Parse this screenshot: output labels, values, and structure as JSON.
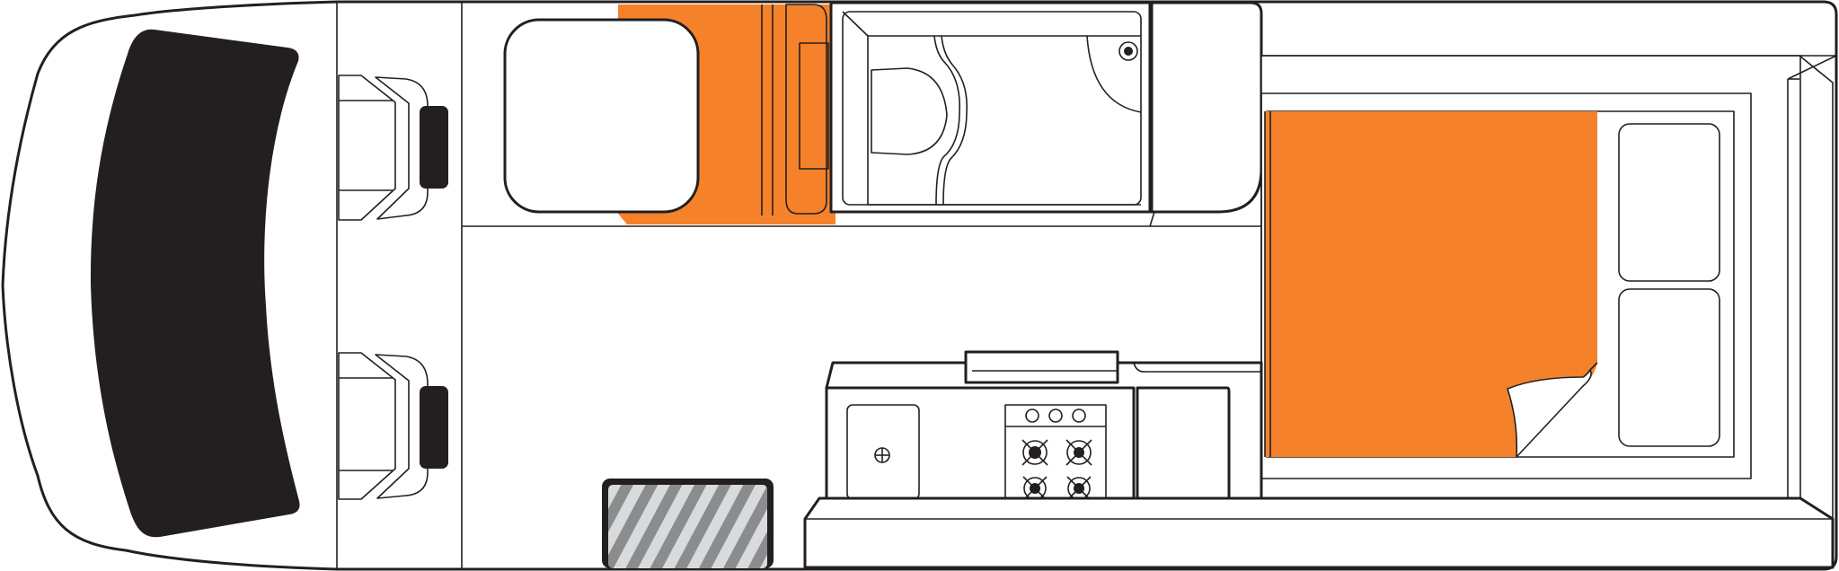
{
  "colors": {
    "outline": "#231f20",
    "accent_orange": "#f5822a",
    "windscreen": "#231f20",
    "mat_stripe": "#8a8c8e",
    "mat_background": "#d9dadb",
    "background": "#ffffff"
  },
  "icons": {
    "windscreen": "windscreen-icon",
    "front_seat": "seat-icon",
    "steering": "steering-wheel-icon",
    "table": "table-icon",
    "bench": "bench-seat-icon",
    "toilet": "toilet-icon",
    "shower": "shower-icon",
    "sink": "sink-icon",
    "stove": "stove-icon",
    "bed": "bed-icon",
    "cushion": "cushion-icon",
    "step_mat": "step-mat-icon"
  },
  "features": {
    "stove_burner_count": 4,
    "stove_knob_count": 3,
    "rear_cushion_count": 2,
    "front_seat_count": 2
  }
}
